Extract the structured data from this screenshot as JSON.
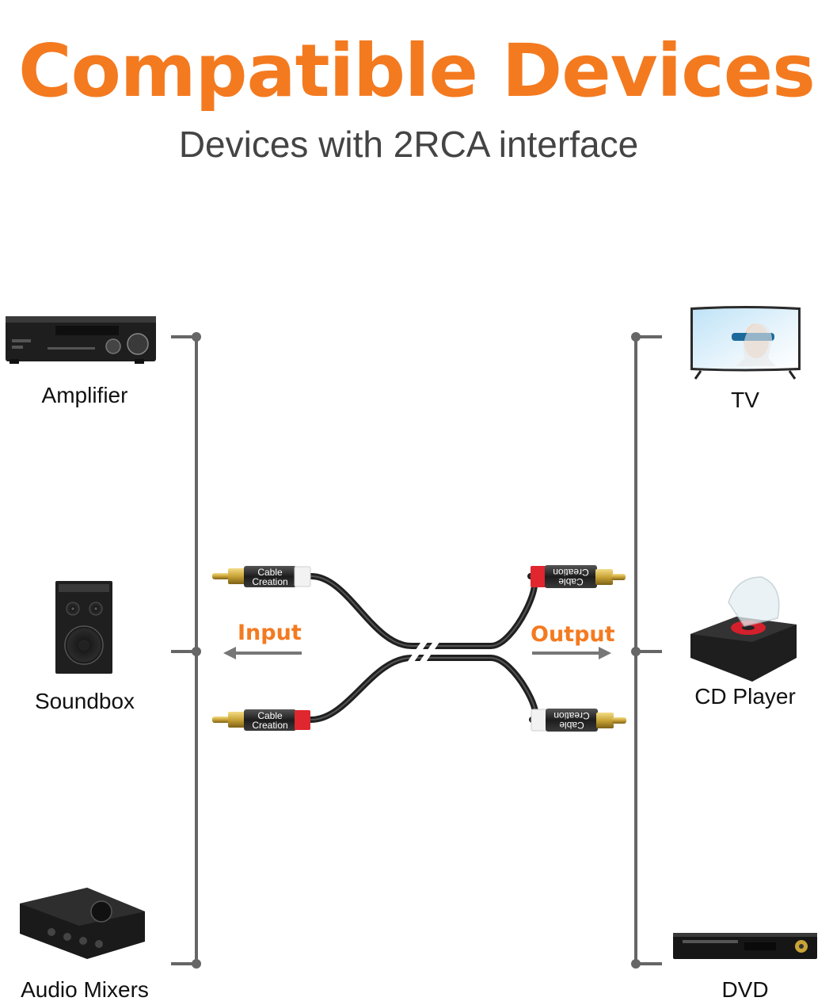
{
  "header": {
    "title": "Compatible Devices",
    "subtitle": "Devices with 2RCA interface"
  },
  "left_devices": [
    {
      "label": "Amplifier",
      "icon": "amplifier-icon"
    },
    {
      "label": "Soundbox",
      "icon": "soundbox-icon"
    },
    {
      "label": "Audio Mixers",
      "icon": "audio-mixer-icon"
    }
  ],
  "right_devices": [
    {
      "label": "TV",
      "icon": "tv-icon"
    },
    {
      "label": "CD Player",
      "icon": "cd-player-icon"
    },
    {
      "label": "DVD",
      "icon": "dvd-player-icon"
    }
  ],
  "cable": {
    "input_label": "Input",
    "output_label": "Output",
    "brand_line1": "Cable",
    "brand_line2": "Creation"
  },
  "colors": {
    "accent": "#f47a20",
    "connector_line": "#666666",
    "plug_white": "#f2f2f2",
    "plug_red": "#e0262e",
    "gold": "#c9a437"
  }
}
